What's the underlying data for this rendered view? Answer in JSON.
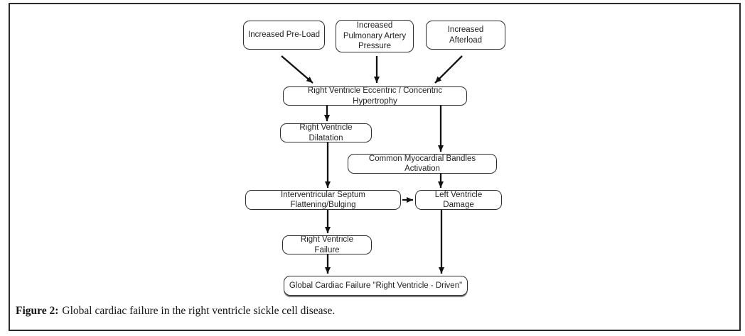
{
  "figure": {
    "caption": {
      "prefix": "Figure 2:",
      "text": "Global cardiac failure in the right ventricle sickle cell disease."
    }
  },
  "nodes": [
    {
      "id": "pre-load",
      "label": "Increased Pre-Load"
    },
    {
      "id": "pulmonary",
      "label": "Increased Pulmonary Artery Pressure"
    },
    {
      "id": "afterload",
      "label": "Increased Afterload"
    },
    {
      "id": "hypertrophy",
      "label": "Right Ventricle Eccentric / Concentric Hypertrophy"
    },
    {
      "id": "dilatation",
      "label": "Right Ventricle Dilatation"
    },
    {
      "id": "bandles",
      "label": "Common Myocardial Bandles Activation"
    },
    {
      "id": "septum",
      "label": "Interventricular Septum Flattening/Bulging"
    },
    {
      "id": "lv-damage",
      "label": "Left Ventricle Damage"
    },
    {
      "id": "rv-failure",
      "label": "Right Ventricle Failure"
    },
    {
      "id": "global-failure",
      "label": "Global Cardiac Failure \"Right Ventricle - Driven\""
    }
  ],
  "edges": [
    {
      "from": "pre-load",
      "to": "hypertrophy"
    },
    {
      "from": "pulmonary",
      "to": "hypertrophy"
    },
    {
      "from": "afterload",
      "to": "hypertrophy"
    },
    {
      "from": "hypertrophy",
      "to": "dilatation"
    },
    {
      "from": "hypertrophy",
      "to": "bandles"
    },
    {
      "from": "dilatation",
      "to": "septum"
    },
    {
      "from": "bandles",
      "to": "lv-damage"
    },
    {
      "from": "septum",
      "to": "lv-damage"
    },
    {
      "from": "septum",
      "to": "rv-failure"
    },
    {
      "from": "rv-failure",
      "to": "global-failure"
    },
    {
      "from": "lv-damage",
      "to": "global-failure"
    }
  ],
  "colors": {
    "ink": "#1a1a1a",
    "box_border": "#2d2d2d",
    "background": "#ffffff"
  }
}
